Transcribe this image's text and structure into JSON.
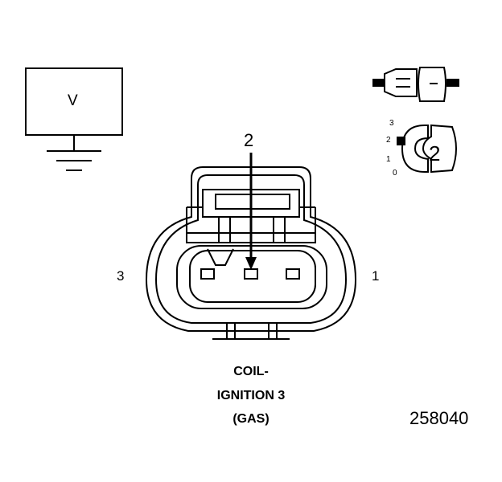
{
  "meter": {
    "label": "V"
  },
  "connector": {
    "callout_pin": "2",
    "left_pin": "3",
    "right_pin": "1"
  },
  "caption": {
    "line1": "COIL-",
    "line2": "IGNITION 3",
    "line3": "(GAS)"
  },
  "figure_number": "258040",
  "probe_tool": {
    "scale_3": "3",
    "scale_2": "2",
    "scale_1": "1",
    "scale_0": "0",
    "selected": "2"
  }
}
